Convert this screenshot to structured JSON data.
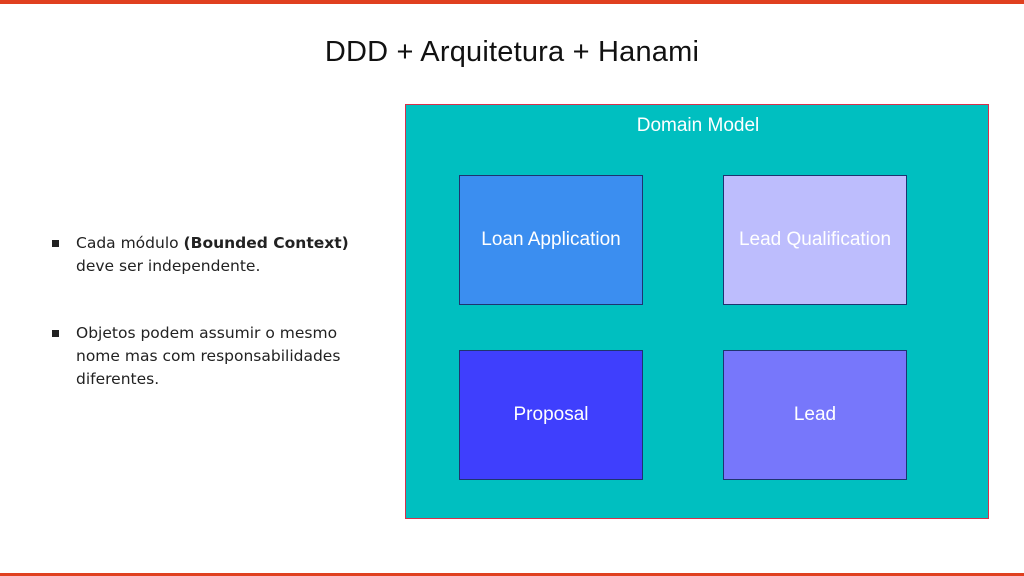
{
  "slide": {
    "title": "DDD + Arquitetura + Hanami",
    "bullets": [
      {
        "prefix": "Cada módulo ",
        "bold": "(Bounded Context)",
        "suffix": " deve ser independente."
      },
      {
        "text": "Objetos podem assumir o mesmo nome mas com responsabilidades diferentes."
      }
    ]
  },
  "diagram": {
    "container_label": "Domain Model",
    "contexts": [
      {
        "label": "Loan Application",
        "color": "#3b8ef0"
      },
      {
        "label": "Lead Qualification",
        "color": "#bdbdfd"
      },
      {
        "label": "Proposal",
        "color": "#3f3ffd"
      },
      {
        "label": "Lead",
        "color": "#7777fb"
      }
    ],
    "container_color": "#00bfc0",
    "accent_color": "#e0401f"
  }
}
